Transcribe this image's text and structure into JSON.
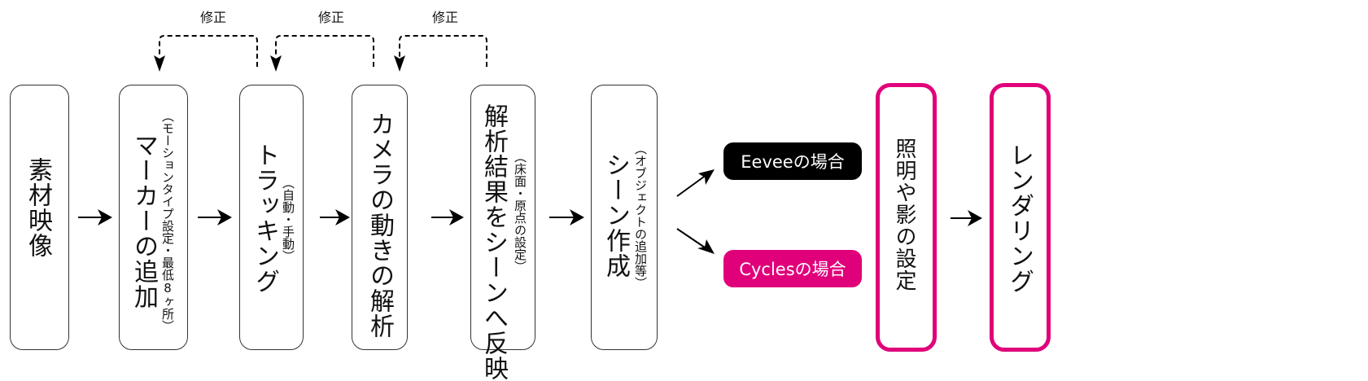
{
  "feedback_label": "修正",
  "feedback_loops": [
    {
      "label": "修正"
    },
    {
      "label": "修正"
    },
    {
      "label": "修正"
    }
  ],
  "steps": [
    {
      "title": "素材映像"
    },
    {
      "title": "マーカーの追加",
      "note": "（モーションタイプ設定・最低8ヶ所）"
    },
    {
      "title": "トラッキング",
      "note": "（自動・手動）"
    },
    {
      "title": "カメラの動きの解析"
    },
    {
      "title": "解析結果をシーンへ反映",
      "note": "（床面・原点の設定）"
    },
    {
      "title": "シーン作成",
      "note": "（オブジェクトの追加等）"
    },
    {
      "title": "照明や影の設定"
    },
    {
      "title": "レンダリング"
    }
  ],
  "branches": [
    {
      "label": "Eeveeの場合",
      "color": "#000000"
    },
    {
      "label": "Cyclesの場合",
      "color": "#e0007a"
    }
  ],
  "colors": {
    "accent": "#e0007a",
    "border": "#333333"
  }
}
